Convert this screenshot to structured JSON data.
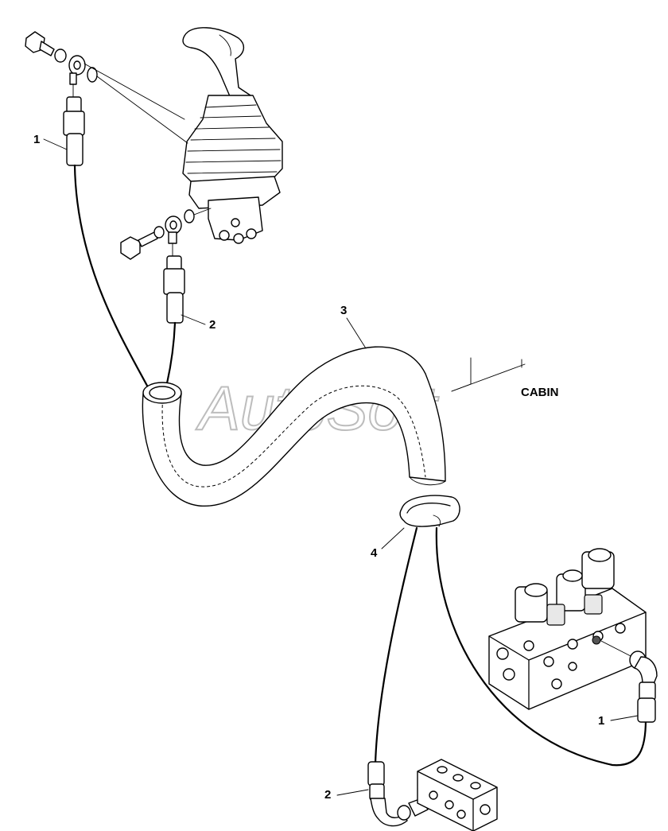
{
  "watermark": "AutoSoft",
  "area_label": "CABIN",
  "callouts": {
    "hose_top": "1",
    "hose_right": "1",
    "hose_mid": "2",
    "hose_bottom": "2",
    "sleeve": "3",
    "clamp": "4"
  }
}
